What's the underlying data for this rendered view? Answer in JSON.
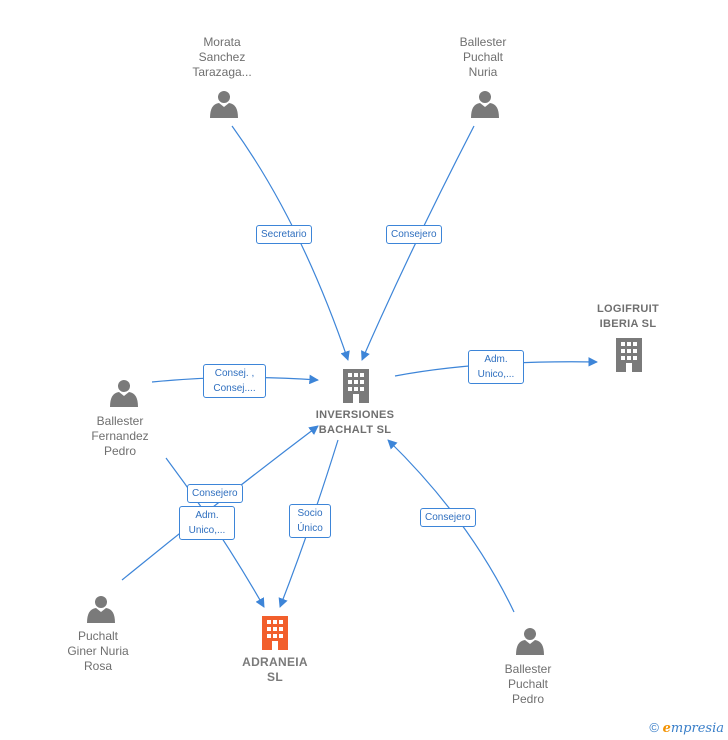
{
  "nodes": {
    "morata": "Morata\nSanchez\nTarazaga...",
    "ballester_nuria": "Ballester\nPuchalt\nNuria",
    "logifruit": "LOGIFRUIT\nIBERIA  SL",
    "inversiones": "INVERSIONES\nBACHALT  SL",
    "ballester_fernandez": "Ballester\nFernandez\nPedro",
    "puchalt_giner": "Puchalt\nGiner Nuria\nRosa",
    "adraneia": "ADRANEIA\nSL",
    "ballester_pedro": "Ballester\nPuchalt\nPedro"
  },
  "edges": {
    "secretario": "Secretario",
    "consejero_top": "Consejero",
    "consej_multi": "Consej. ,\nConsej....",
    "adm_unico_logi": "Adm.\nUnico,...",
    "consejero_mid": "Consejero",
    "adm_unico_adr": "Adm.\nUnico,...",
    "socio_unico": "Socio\nÚnico",
    "consejero_right": "Consejero"
  },
  "colors": {
    "edge": "#3d85d8",
    "icon": "#7a7a7a",
    "focus": "#f25f2c"
  },
  "brand": {
    "symbol": "©",
    "initial": "e",
    "rest": "mpresia"
  }
}
